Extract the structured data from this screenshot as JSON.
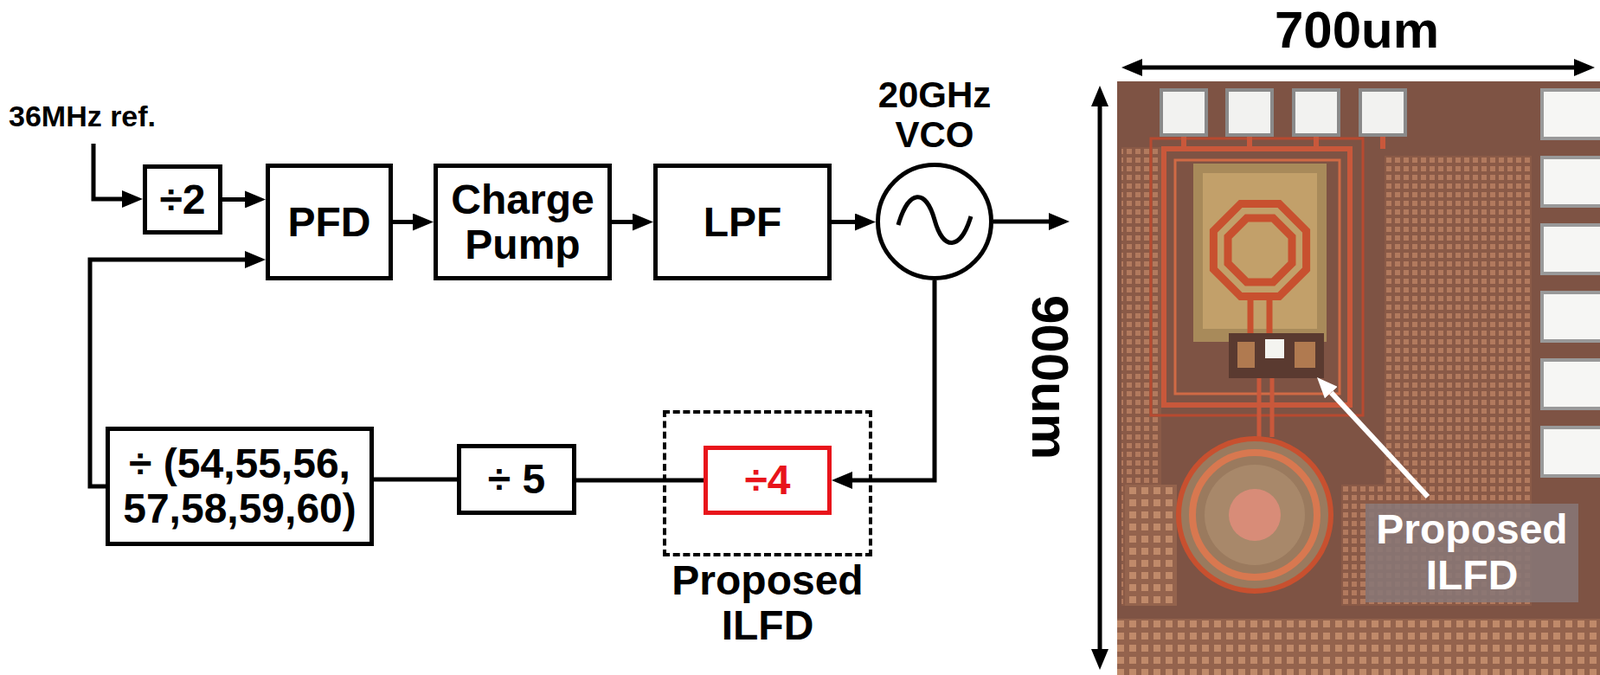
{
  "diagram": {
    "nodes": [
      {
        "text": [
          "÷2"
        ]
      },
      {
        "text": [
          "PFD"
        ]
      },
      {
        "text": [
          "Charge Pump"
        ]
      },
      {
        "text": [
          "LPF"
        ]
      },
      {
        "text": [
          "20GHz VCO"
        ]
      },
      {
        "text": [
          "÷ (54,55,56, 57,58,59,60)"
        ]
      },
      {
        "text": [
          "÷ 5"
        ]
      },
      {
        "text": [
          "Proposed ILFD"
        ]
      },
      {
        "text": [
          "÷4"
        ],
        "in": 7
      }
    ],
    "edges": [
      {
        "from": 0,
        "to": 1,
        "arrow": "to"
      },
      {
        "from": 1,
        "to": 2,
        "arrow": "to"
      },
      {
        "from": 2,
        "to": 3,
        "arrow": "to"
      },
      {
        "from": 3,
        "to": 4,
        "arrow": "to"
      },
      {
        "from": 4,
        "to": 8,
        "arrow": "to"
      },
      {
        "from": 8,
        "to": 6,
        "arrow": "none"
      },
      {
        "from": 6,
        "to": 5,
        "arrow": "none"
      },
      {
        "from": 5,
        "to": 1,
        "arrow": "to"
      }
    ],
    "labels": [
      "36MHz ref.",
      "700um",
      "900um",
      "Proposed ILFD"
    ]
  }
}
